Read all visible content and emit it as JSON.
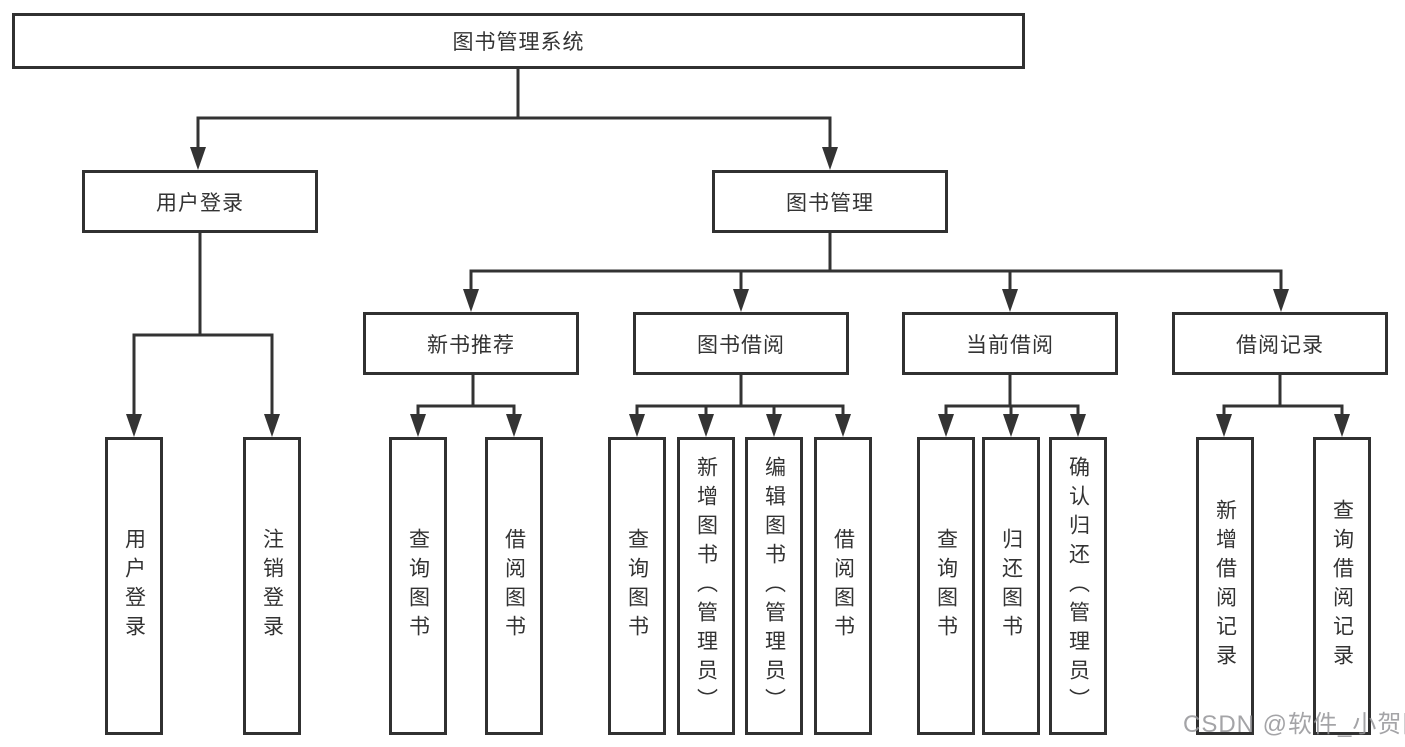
{
  "diagram": {
    "root": "图书管理系统",
    "branches": [
      {
        "label": "用户登录",
        "children": [
          "用户登录",
          "注销登录"
        ]
      },
      {
        "label": "图书管理",
        "sections": [
          {
            "label": "新书推荐",
            "children": [
              "查询图书",
              "借阅图书"
            ]
          },
          {
            "label": "图书借阅",
            "children": [
              "查询图书",
              "新增图书（管理员）",
              "编辑图书（管理员）",
              "借阅图书"
            ]
          },
          {
            "label": "当前借阅",
            "children": [
              "查询图书",
              "归还图书",
              "确认归还（管理员）"
            ]
          },
          {
            "label": "借阅记录",
            "children": [
              "新增借阅记录",
              "查询借阅记录"
            ]
          }
        ]
      }
    ]
  },
  "watermark": "CSDN @软件_小贺同学",
  "colors": {
    "line": "#333333",
    "box_border": "#313131",
    "text": "#333333",
    "background": "#ffffff",
    "watermark": "#949498"
  }
}
